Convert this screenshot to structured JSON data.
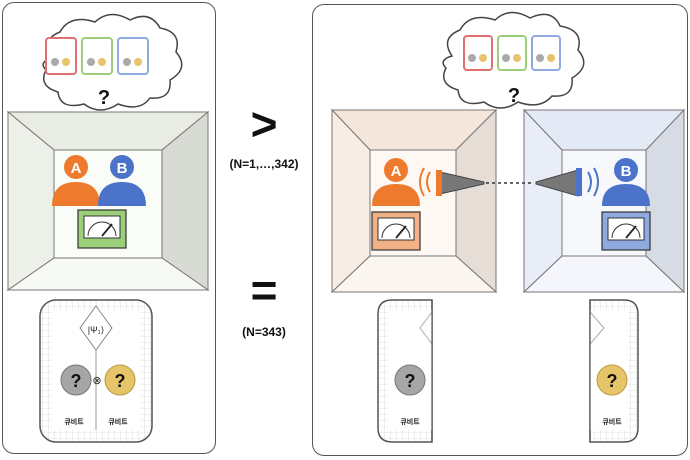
{
  "diagram": {
    "left_panel": {
      "thought_question": "?",
      "person_a": "A",
      "person_b": "B",
      "state_label": "|Ψ₁⟩",
      "qubit_left": "?",
      "qubit_right": "?",
      "tensor": "⊗",
      "qubit_label_left": "큐비트",
      "qubit_label_right": "큐비트"
    },
    "middle": {
      "greater_symbol": ">",
      "greater_caption": "(N=1,…,342)",
      "equal_symbol": "=",
      "equal_caption": "(N=343)"
    },
    "right_panel": {
      "thought_question": "?",
      "person_a": "A",
      "person_b": "B",
      "qubit_left": "?",
      "qubit_right": "?",
      "qubit_label_left": "큐비트",
      "qubit_label_right": "큐비트"
    },
    "colors": {
      "orange": "#ee7b2d",
      "blue": "#4a73c9",
      "green_meter": "#9ccf7a",
      "orange_meter": "#f2b184",
      "blue_meter": "#8eaae0",
      "gray_qubit": "#a6a6a6",
      "gold_qubit": "#e6c46a"
    }
  }
}
